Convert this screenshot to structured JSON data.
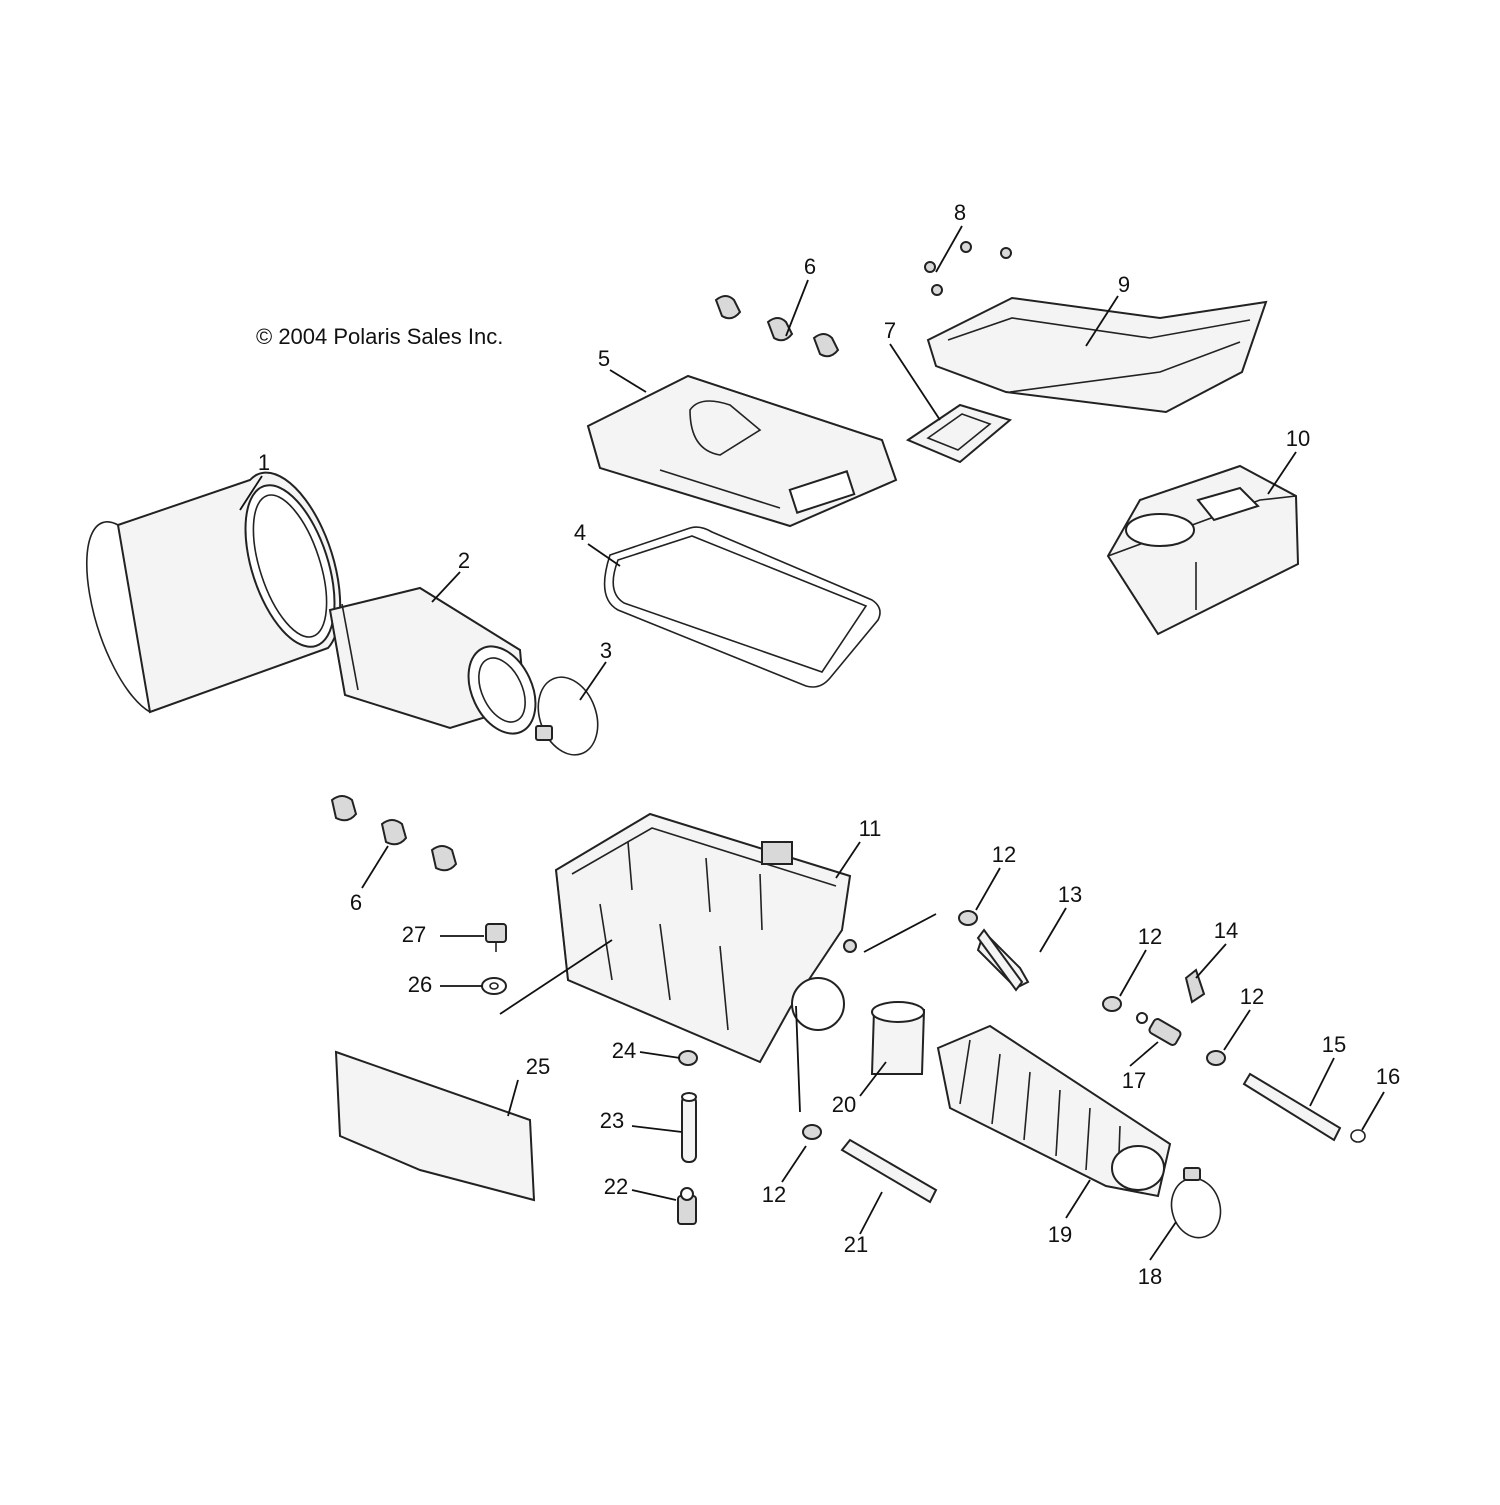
{
  "copyright": "© 2004 Polaris Sales Inc.",
  "callouts": {
    "c1": "1",
    "c2": "2",
    "c3": "3",
    "c4": "4",
    "c5": "5",
    "c6a": "6",
    "c6b": "6",
    "c7": "7",
    "c8": "8",
    "c9": "9",
    "c10": "10",
    "c11": "11",
    "c12a": "12",
    "c12b": "12",
    "c12c": "12",
    "c12d": "12",
    "c13": "13",
    "c14": "14",
    "c15": "15",
    "c16": "16",
    "c17": "17",
    "c18": "18",
    "c19": "19",
    "c20": "20",
    "c21": "21",
    "c22": "22",
    "c23": "23",
    "c24": "24",
    "c25": "25",
    "c26": "26",
    "c27": "27"
  }
}
